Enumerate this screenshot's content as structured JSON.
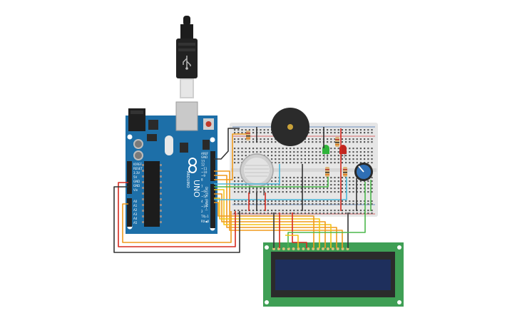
{
  "board": {
    "brand": "ARDUINO",
    "model": "UNO",
    "power_labels": [
      "IOREF",
      "RESET",
      "3.3V",
      "5V",
      "GND",
      "GND",
      "Vin"
    ],
    "analog_labels": [
      "A0",
      "A1",
      "A2",
      "A3",
      "A4",
      "A5"
    ],
    "top_labels": [
      "AREF",
      "GND",
      "13",
      "12",
      "~11",
      "~10",
      "~9",
      "8"
    ],
    "digital_labels": [
      "7",
      "~6",
      "~5",
      "4",
      "~3",
      "2",
      "TX▷1",
      "RX◀0"
    ],
    "digital_caption": "DIGITAL (PWM~)"
  },
  "colors": {
    "board": "#1d6fa8",
    "breadboard": "#e6e6e6",
    "lcd_pcb": "#3f9f55",
    "lcd_screen": "#1e2f5c",
    "wire_orange": "#f09a1c",
    "wire_yellow": "#f3c417",
    "wire_red": "#d62a1f",
    "wire_black": "#333333",
    "wire_green": "#4cb84c",
    "wire_cyan": "#4ab6d8",
    "led_green": "#2fb33a",
    "led_red": "#c0261f",
    "buzzer": "#2b2b2b",
    "pot": "#2f6fb5"
  },
  "components": [
    "usb-plug",
    "arduino-uno",
    "breadboard",
    "piezo-buzzer",
    "gas-sensor",
    "green-led",
    "red-led",
    "potentiometer",
    "lcd-16x2"
  ]
}
